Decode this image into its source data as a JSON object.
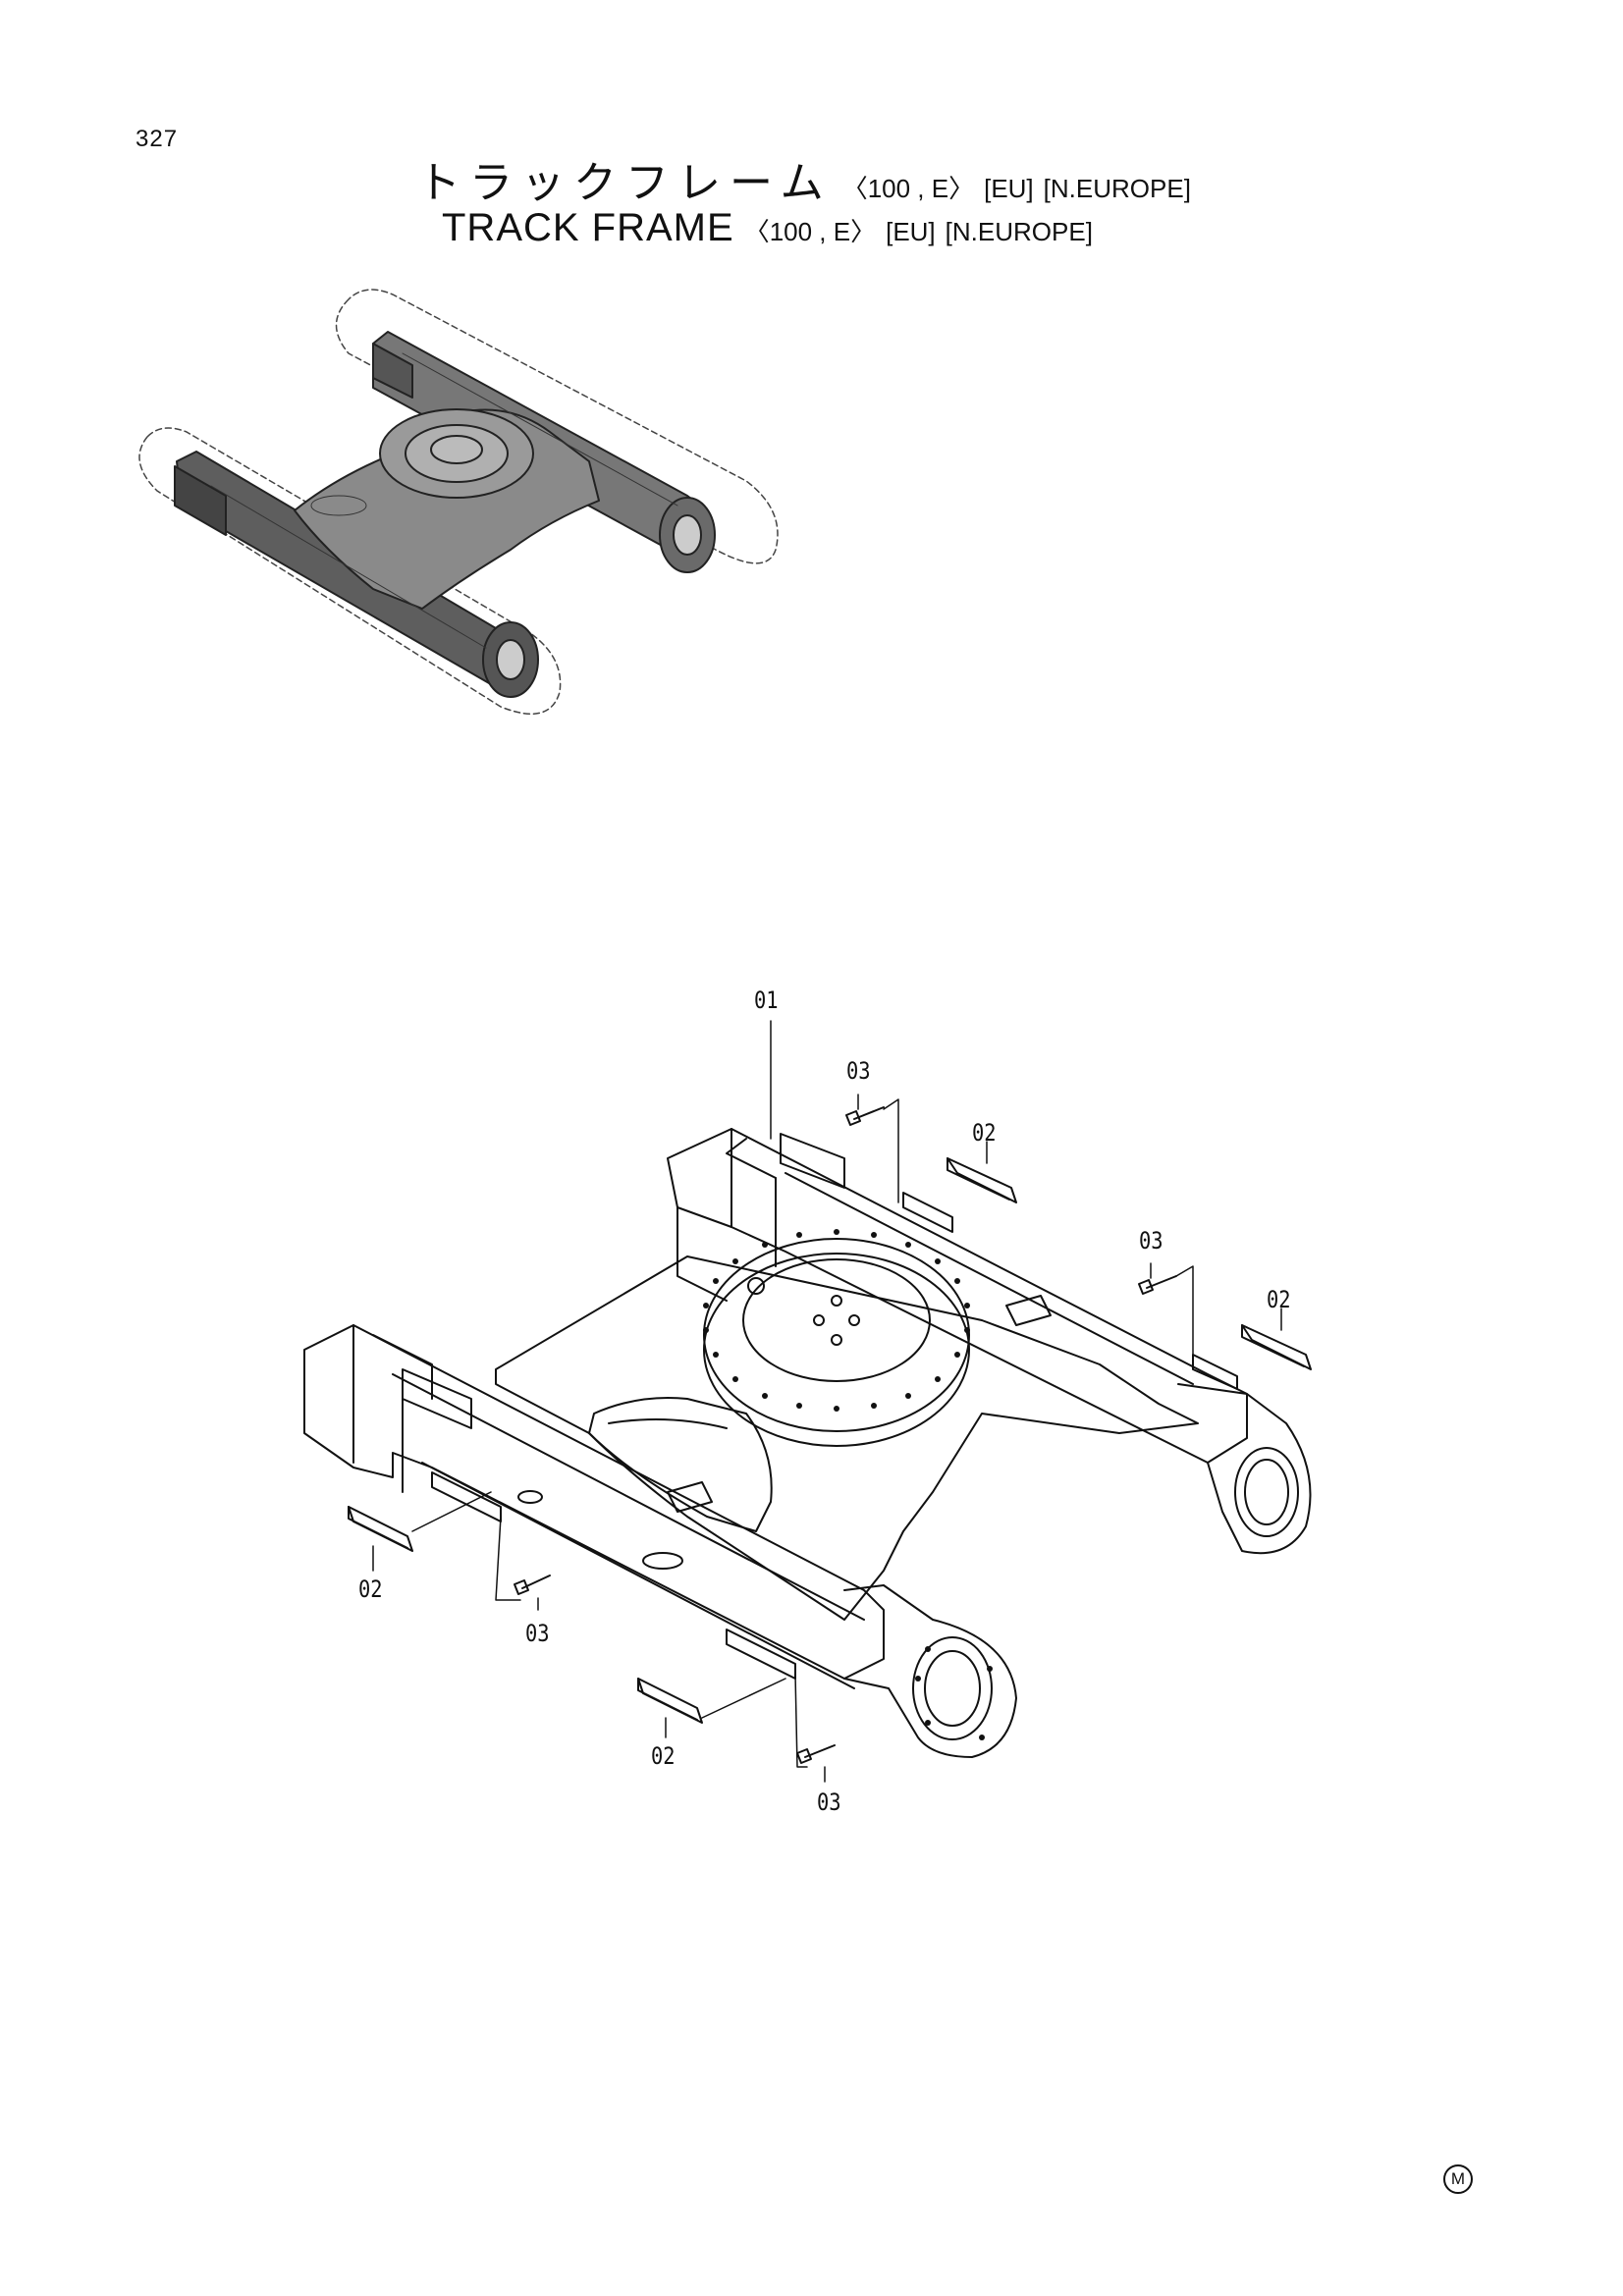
{
  "page": {
    "number": "327",
    "maker_mark": "M"
  },
  "title": {
    "jp_main": "トラックフレーム",
    "en_main": "TRACK FRAME",
    "variant": "〈100 , E〉",
    "region_eu": "[EU]",
    "region_neurope": "[N.EUROPE]"
  },
  "callouts": [
    {
      "id": "c01",
      "label": "01"
    },
    {
      "id": "c03a",
      "label": "03"
    },
    {
      "id": "c02a",
      "label": "02"
    },
    {
      "id": "c03b",
      "label": "03"
    },
    {
      "id": "c02b",
      "label": "02"
    },
    {
      "id": "c02c",
      "label": "02"
    },
    {
      "id": "c03c",
      "label": "03"
    },
    {
      "id": "c02d",
      "label": "02"
    },
    {
      "id": "c03d",
      "label": "03"
    }
  ]
}
